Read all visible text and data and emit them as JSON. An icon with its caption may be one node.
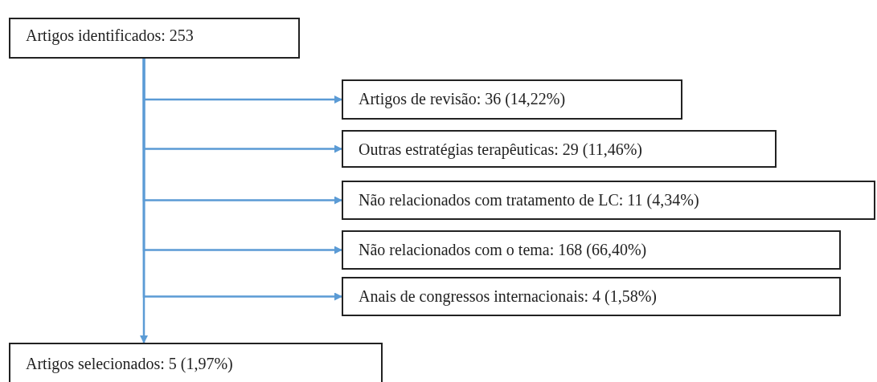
{
  "diagram": {
    "nodes": [
      {
        "text": [
          "Artigos identificados: 253"
        ]
      },
      {
        "text": [
          "Artigos de revisão: 36 (14,22%)"
        ]
      },
      {
        "text": [
          "Outras estratégias terapêuticas: 29 (11,46%)"
        ]
      },
      {
        "text": [
          "Não relacionados com tratamento de LC: 11 (4,34%)"
        ]
      },
      {
        "text": [
          "Não relacionados com o tema: 168 (66,40%)"
        ]
      },
      {
        "text": [
          "Anais de congressos internacionais: 4 (1,58%)"
        ]
      },
      {
        "text": [
          "Artigos selecionados: 5 (1,97%)"
        ]
      }
    ],
    "edges": [
      {
        "from": 0,
        "to": 1,
        "arrow": "to"
      },
      {
        "from": 0,
        "to": 2,
        "arrow": "to"
      },
      {
        "from": 0,
        "to": 3,
        "arrow": "to"
      },
      {
        "from": 0,
        "to": 4,
        "arrow": "to"
      },
      {
        "from": 0,
        "to": 5,
        "arrow": "to"
      },
      {
        "from": 0,
        "to": 6,
        "arrow": "to"
      }
    ]
  }
}
